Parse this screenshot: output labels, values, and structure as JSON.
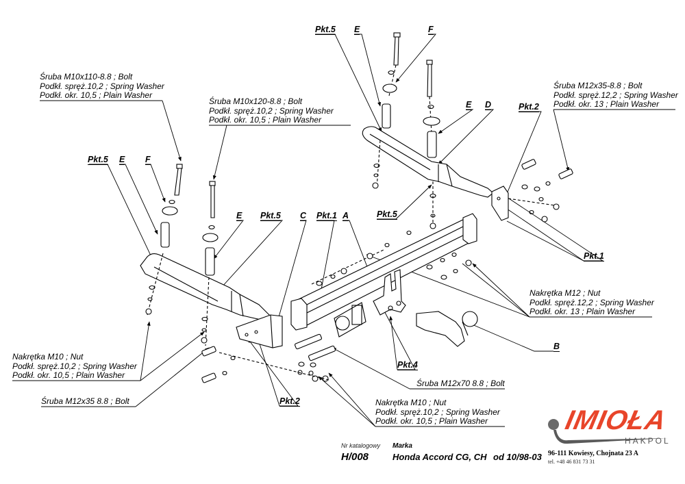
{
  "callouts": {
    "bolt_m10x110": [
      "Śruba M10x110-8.8 ;  Bolt",
      "Podkł. spręż.10,2 ; Spring Washer",
      "Podkł. okr. 10,5 ; Plain Washer"
    ],
    "bolt_m10x120": [
      "Śruba M10x120-8.8 ;  Bolt",
      "Podkł. spręż.10,2 ; Spring Washer",
      "Podkł. okr. 10,5 ; Plain Washer"
    ],
    "bolt_m12x35_top": [
      "Śruba M12x35-8.8 ;  Bolt",
      "Podkł. spręż.12,2 ; Spring Washer",
      "Podkł. okr. 13 ; Plain Washer"
    ],
    "nut_m12": [
      "Nakrętka  M12 ; Nut",
      "Podkł. spręż.12,2 ; Spring Washer",
      "Podkł. okr. 13 ; Plain Washer"
    ],
    "nut_m10_left": [
      "Nakrętka  M10 ; Nut",
      "Podkł. spręż.10,2 ; Spring Washer",
      "Podkł. okr. 10,5 ; Plain Washer"
    ],
    "nut_m10_bottom": [
      "Nakrętka  M10 ; Nut",
      "Podkł. spręż.10,2 ; Spring Washer",
      "Podkł. okr. 10,5 ; Plain Washer"
    ],
    "bolt_m12x35_bottom": "Śruba M12x35 8.8 ;  Bolt",
    "bolt_m12x70": "Śruba M12x70 8.8 ;  Bolt"
  },
  "part_labels": {
    "pkt5_top": "Pkt.5",
    "e_top": "E",
    "f_top": "F",
    "e_top2": "E",
    "d": "D",
    "pkt2_top": "Pkt.2",
    "pkt5_left": "Pkt.5",
    "e_left": "E",
    "f_left": "F",
    "e_left2": "E",
    "pkt5_mid": "Pkt.5",
    "c": "C",
    "pkt1_mid": "Pkt.1",
    "a": "A",
    "pkt5_center": "Pkt.5",
    "pkt1_right": "Pkt.1",
    "b": "B",
    "pkt4": "Pkt.4",
    "pkt2_bottom": "Pkt.2"
  },
  "footer": {
    "catalog_label": "Nr katalogowy",
    "catalog_number": "H/008",
    "brand_label": "Marka",
    "brand_value": "Honda Accord CG, CH",
    "date_range": "od  10/98-03"
  },
  "company": {
    "logo_name": "IMIOŁA",
    "logo_sub": "HAKPOL",
    "address": "96-111 Kowiesy, Chojnata 23 A",
    "phone": "tel. +48 46 831 73 31",
    "brand_color": "#e8452a",
    "logo_gray": "#5a5a5a"
  }
}
